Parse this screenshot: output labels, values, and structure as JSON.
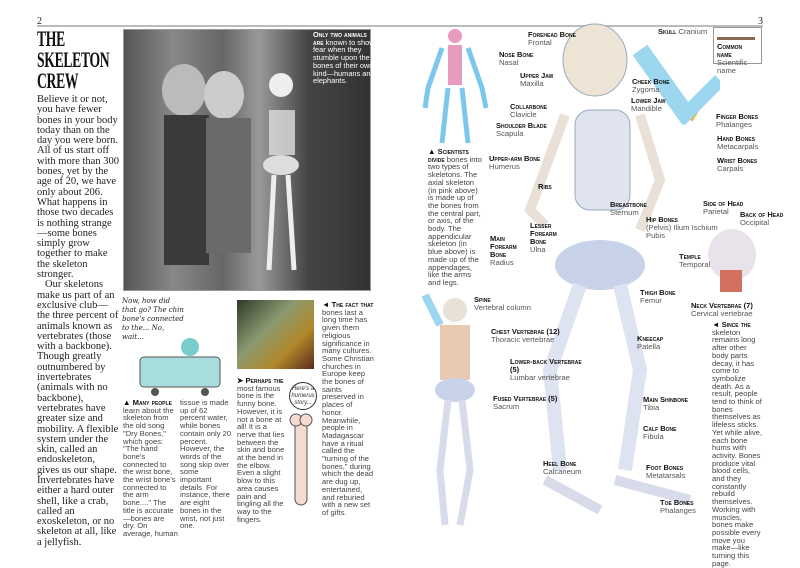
{
  "left_page": {
    "page_number": "2",
    "title": [
      "THE",
      "SKELETON",
      "CREW"
    ],
    "body": [
      "Believe it or not, you have fewer bones in your body today than on the day you were born. All of us start off with more than 300 bones, yet by the age of 20, we have only about 206. What happens in those two decades is nothing strange —some bones simply grow together to make the skeleton stronger.",
      "Our skeletons make us part of an exclusive club—the three percent of animals known as vertebrates (those with a backbone). Though greatly outnumbered by invertebrates (animals with no backbone), vertebrates have greater size and mobility. A flexible system under the skin, called an endoskeleton, gives us our shape. Invertebrates have either a hard outer shell, like a crab, called an exoskeleton, or no skeleton at all, like a jellyfish."
    ],
    "photo_caption": {
      "lead": "Only two animals are",
      "text": "known to show fear when they stumble upon the bones of their own kind—humans and elephants."
    },
    "cartoon_speech": "Now, how did that go? The chin bone's connected to the... No, wait...",
    "song_caption": {
      "lead": "▲ Many people",
      "col1": "learn about the skeleton from the old song \"Dry Bones,\" which goes: \"The hand bone's connected to the wrist bone, the wrist bone's connected to the arm bone....\" The title is accurate—bones are dry. On average, human",
      "col2": "tissue is made up of 62 percent water, while bones contain only 20 percent. However, the words of the song skip over some important details. For instance, there are eight bones in the wrist, not just one."
    },
    "funny_bone_caption": {
      "lead": "➤ Perhaps the",
      "text": "most famous bone is the funny bone. However, it is not a bone at all! It is a nerve that lies between the skin and bone at the bend in the elbow. Even a slight blow to this area causes pain and tingling all the way to the fingers."
    },
    "bone_speech": "Here's a humerus story...",
    "relic_caption": {
      "lead": "◄ The fact that",
      "text": "bones last a long time has given them religious significance in many cultures. Some Christian churches in Europe keep the bones of saints preserved in places of honor. Meanwhile, people in Madagascar have a ritual called the \"turning of the bones,\" during which the dead are dug up, entertained, and reburied with a new set of gifts."
    }
  },
  "right_page": {
    "page_number": "3",
    "key": {
      "common": "Common name",
      "scientific": "Scientific name"
    },
    "axial_caption": {
      "lead": "▲ Scientists divide",
      "text": "bones into two types of skeletons. The axial skeleton (in pink above) is made up of the bones from the central part, or axis, of the body. The appendicular skeleton (in blue above) is made up of the appendages, like the arms and legs."
    },
    "death_caption": {
      "lead": "◄ Since the",
      "text": "skeleton remains long after other body parts decay, it has come to symbolize death. As a result, people tend to think of bones themselves as lifeless sticks. Yet while alive, each bone hums with activity. Bones produce vital blood cells, and they constantly rebuild themselves. Working with muscles, bones make possible every move you make—like turning this page."
    },
    "labels": [
      {
        "common": "Forehead Bone",
        "sci": "Frontal"
      },
      {
        "common": "Skull",
        "sci": "Cranium"
      },
      {
        "common": "Nose Bone",
        "sci": "Nasal"
      },
      {
        "common": "Upper Jaw",
        "sci": "Maxilla"
      },
      {
        "common": "Cheek Bone",
        "sci": "Zygoma"
      },
      {
        "common": "Lower Jaw",
        "sci": "Mandible"
      },
      {
        "common": "Collarbone",
        "sci": "Clavicle"
      },
      {
        "common": "Shoulder Blade",
        "sci": "Scapula"
      },
      {
        "common": "Finger Bones",
        "sci": "Phalanges"
      },
      {
        "common": "Hand Bones",
        "sci": "Metacarpals"
      },
      {
        "common": "Wrist Bones",
        "sci": "Carpals"
      },
      {
        "common": "Upper-arm Bone",
        "sci": "Humerus"
      },
      {
        "common": "Ribs",
        "sci": ""
      },
      {
        "common": "Breastbone",
        "sci": "Sternum"
      },
      {
        "common": "Hip Bones",
        "sci": "(Pelvis) Ilium Ischium Pubis"
      },
      {
        "common": "Lesser Forearm Bone",
        "sci": "Ulna"
      },
      {
        "common": "Main Forearm Bone",
        "sci": "Radius"
      },
      {
        "common": "Side of Head",
        "sci": "Parietal"
      },
      {
        "common": "Back of Head",
        "sci": "Occipital"
      },
      {
        "common": "Temple",
        "sci": "Temporal"
      },
      {
        "common": "Neck Vertebrae (7)",
        "sci": "Cervical vertebrae"
      },
      {
        "common": "Spine",
        "sci": "Vertebral column"
      },
      {
        "common": "Chest Vertebrae (12)",
        "sci": "Thoracic vertebrae"
      },
      {
        "common": "Lower-back Vertebrae (5)",
        "sci": "Lumbar vertebrae"
      },
      {
        "common": "Fused Vertebrae (5)",
        "sci": "Sacrum"
      },
      {
        "common": "Thigh Bone",
        "sci": "Femur"
      },
      {
        "common": "Kneecap",
        "sci": "Patella"
      },
      {
        "common": "Main Shinbone",
        "sci": "Tibia"
      },
      {
        "common": "Calf Bone",
        "sci": "Fibula"
      },
      {
        "common": "Heel Bone",
        "sci": "Calcaneum"
      },
      {
        "common": "Foot Bones",
        "sci": "Metatarsals"
      },
      {
        "common": "Toe Bones",
        "sci": "Phalanges"
      }
    ]
  }
}
